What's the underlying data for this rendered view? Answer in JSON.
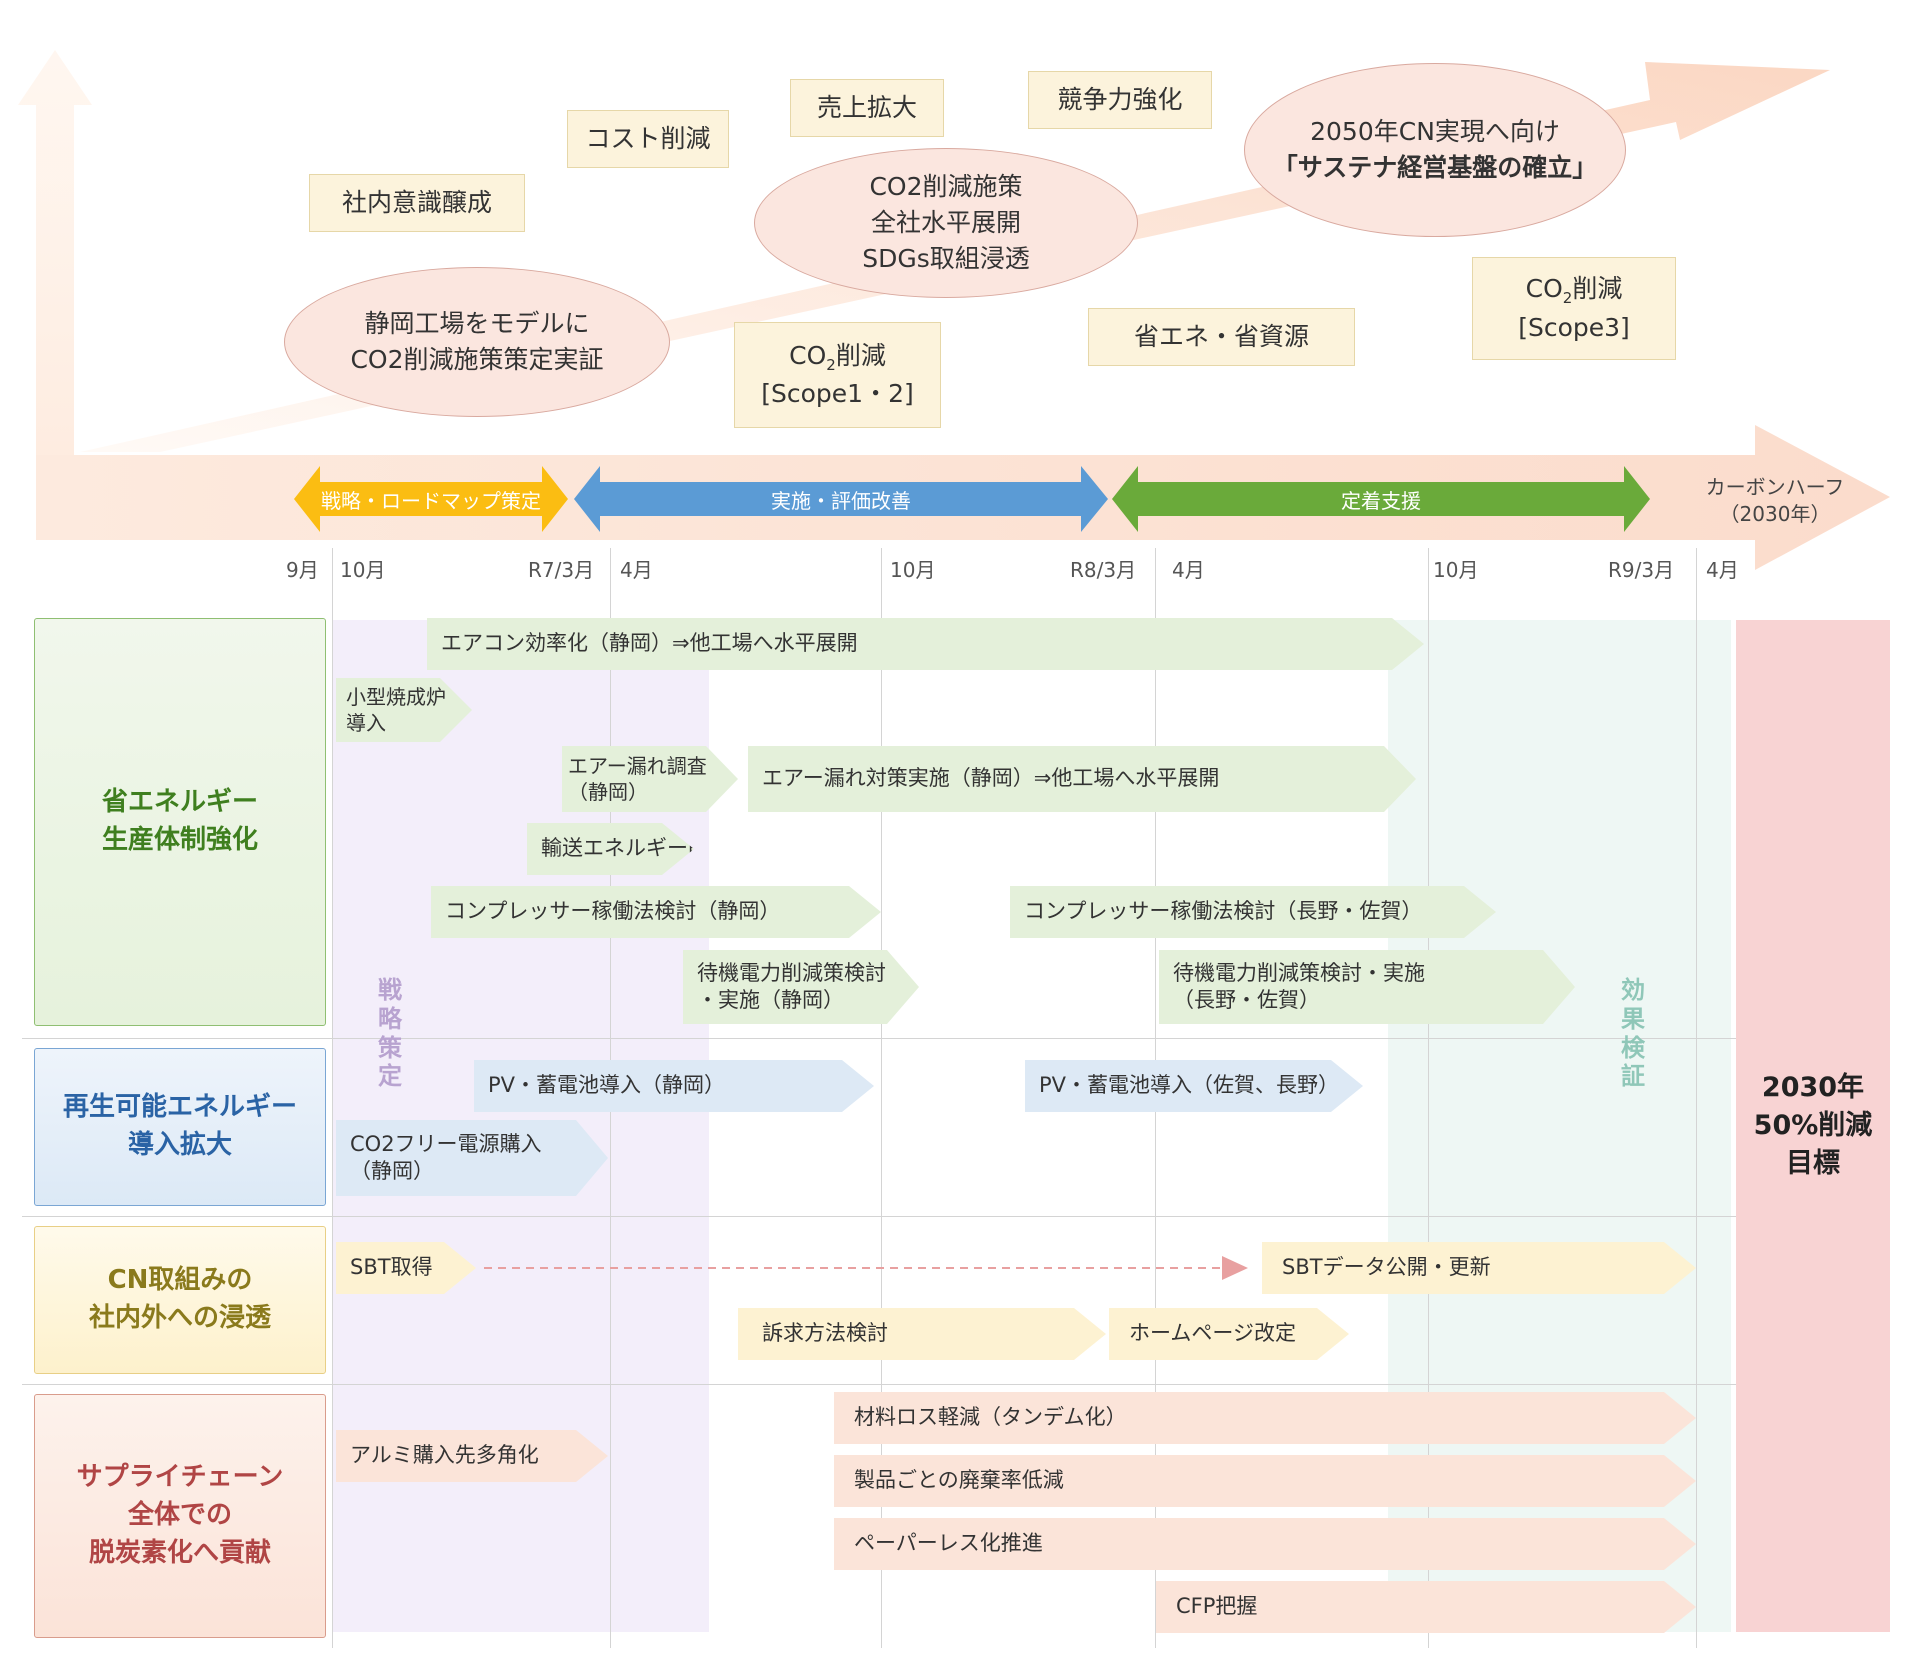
{
  "top": {
    "goals": {
      "awareness": "社内意識醸成",
      "cost": "コスト削減",
      "sales": "売上拡大",
      "competitiveness": "競争力強化",
      "energy_saving": "省エネ・省資源"
    },
    "stage1": "静岡工場をモデルに\nCO2削減施策策定実証",
    "stage2": "CO2削減施策\n全社水平展開\nSDGs取組浸透",
    "stage3_line1": "2050年CN実現へ向け",
    "stage3_line2": "「サステナ経営基盤の確立」",
    "scope12": {
      "pre": "CO",
      "sub": "2",
      "post": "削減",
      "line2": "[Scope1・2]"
    },
    "scope3": {
      "pre": "CO",
      "sub": "2",
      "post": "削減",
      "line2": "[Scope3]"
    }
  },
  "phases": {
    "p1": "戦略・ロードマップ策定",
    "p2": "実施・評価改善",
    "p3": "定着支援",
    "goal": "カーボンハーフ\n（2030年）"
  },
  "months": [
    "9月",
    "10月",
    "R7/3月",
    "4月",
    "10月",
    "R8/3月",
    "4月",
    "10月",
    "R9/3月",
    "4月"
  ],
  "period_labels": {
    "strategy": "戦\n略\n策\n定",
    "verification": "効\n果\n検\n証"
  },
  "categories": {
    "energy": "省エネルギー\n生産体制強化",
    "renewable": "再生可能エネルギー\n導入拡大",
    "cn": "CN取組みの\n社内外への浸透",
    "supply": "サプライチェーン\n全体での\n脱炭素化へ貢献"
  },
  "target": "2030年\n50%削減\n目標",
  "tasks": {
    "aircon": "エアコン効率化（静岡）⇒他工場へ水平展開",
    "furnace": "小型焼成炉\n導入",
    "leak_survey": "エアー漏れ調査\n（静岡）",
    "leak_action": "エアー漏れ対策実施（静岡）⇒他工場へ水平展開",
    "transport": "輸送エネルギー削減（焼入れ・塗装工程長野工場集約)",
    "comp1": "コンプレッサー稼働法検討（静岡）",
    "comp2": "コンプレッサー稼働法検討（長野・佐賀）",
    "standby1": "待機電力削減策検討\n・実施（静岡）",
    "standby2": "待機電力削減策検討・実施\n（長野・佐賀）",
    "pv1": "PV・蓄電池導入（静岡）",
    "pv2": "PV・蓄電池導入（佐賀、長野）",
    "co2free": "CO2フリー電源購入\n（静岡）",
    "sbt": "SBT取得",
    "sbt_pub": "SBTデータ公開・更新",
    "appeal": "訴求方法検討",
    "homepage": "ホームページ改定",
    "material": "材料ロス軽減（タンデム化）",
    "waste": "製品ごとの廃棄率低減",
    "paperless": "ペーパーレス化推進",
    "cfp": "CFP把握",
    "aluminum": "アルミ購入先多角化"
  },
  "colors": {
    "strategy_phase": "#fbbd12",
    "implement_phase": "#5b9bd5",
    "settle_phase": "#6aaa3a",
    "target_bg": "#f8d3d3"
  }
}
